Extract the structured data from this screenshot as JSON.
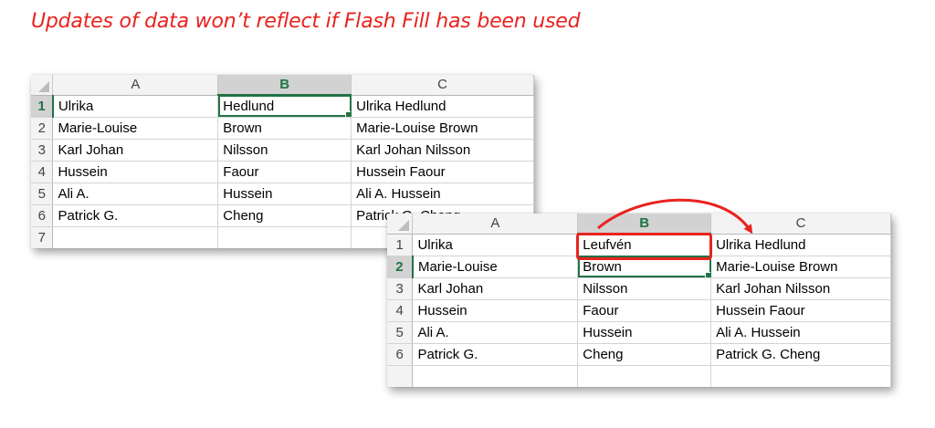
{
  "title": "Updates of data won’t reflect if Flash Fill has been used",
  "sheet_before": {
    "columns": [
      "A",
      "B",
      "C"
    ],
    "selected_column": "B",
    "selected_row": "1",
    "rows": [
      {
        "num": "1",
        "a": "Ulrika",
        "b": "Hedlund",
        "c": "Ulrika Hedlund"
      },
      {
        "num": "2",
        "a": "Marie-Louise",
        "b": "Brown",
        "c": "Marie-Louise Brown"
      },
      {
        "num": "3",
        "a": "Karl Johan",
        "b": "Nilsson",
        "c": "Karl Johan Nilsson"
      },
      {
        "num": "4",
        "a": "Hussein",
        "b": "Faour",
        "c": "Hussein Faour"
      },
      {
        "num": "5",
        "a": "Ali A.",
        "b": "Hussein",
        "c": "Ali A. Hussein"
      },
      {
        "num": "6",
        "a": "Patrick G.",
        "b": "Cheng",
        "c": "Patrick G. Cheng"
      },
      {
        "num": "7",
        "a": "",
        "b": "",
        "c": ""
      }
    ]
  },
  "sheet_after": {
    "columns": [
      "A",
      "B",
      "C"
    ],
    "selected_column": "B",
    "selected_row": "2",
    "rows": [
      {
        "num": "1",
        "a": "Ulrika",
        "b": "Leufvén",
        "c": "Ulrika Hedlund"
      },
      {
        "num": "2",
        "a": "Marie-Louise",
        "b": "Brown",
        "c": "Marie-Louise Brown"
      },
      {
        "num": "3",
        "a": "Karl Johan",
        "b": "Nilsson",
        "c": "Karl Johan Nilsson"
      },
      {
        "num": "4",
        "a": "Hussein",
        "b": "Faour",
        "c": "Hussein Faour"
      },
      {
        "num": "5",
        "a": "Ali A.",
        "b": "Hussein",
        "c": "Ali A. Hussein"
      },
      {
        "num": "6",
        "a": "Patrick G.",
        "b": "Cheng",
        "c": "Patrick G. Cheng"
      },
      {
        "num": "",
        "a": "",
        "b": "",
        "c": ""
      }
    ]
  },
  "colors": {
    "accent_red": "#e8231e",
    "excel_green": "#217346"
  }
}
